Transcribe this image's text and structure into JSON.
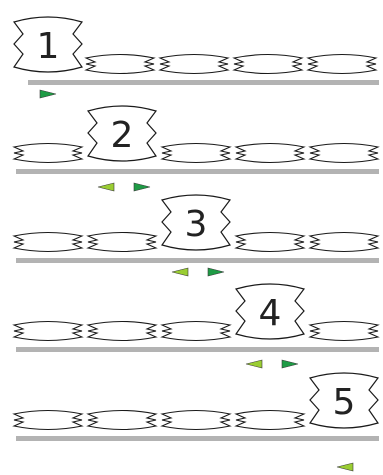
{
  "rows": [
    {
      "label": "1",
      "selected_index": 0,
      "arrows": [
        "right"
      ]
    },
    {
      "label": "2",
      "selected_index": 1,
      "arrows": [
        "left",
        "right"
      ]
    },
    {
      "label": "3",
      "selected_index": 2,
      "arrows": [
        "left",
        "right"
      ]
    },
    {
      "label": "4",
      "selected_index": 3,
      "arrows": [
        "left",
        "right"
      ]
    },
    {
      "label": "5",
      "selected_index": 4,
      "arrows": [
        "left"
      ]
    }
  ],
  "slots_per_row": 5,
  "colors": {
    "bar": "#b3b3b3",
    "stroke": "#1a1a1a",
    "fill": "#ffffff",
    "arrow_left": "#9acd32",
    "arrow_right": "#1e9b45",
    "arrow_stroke": "#3a3a3a"
  }
}
